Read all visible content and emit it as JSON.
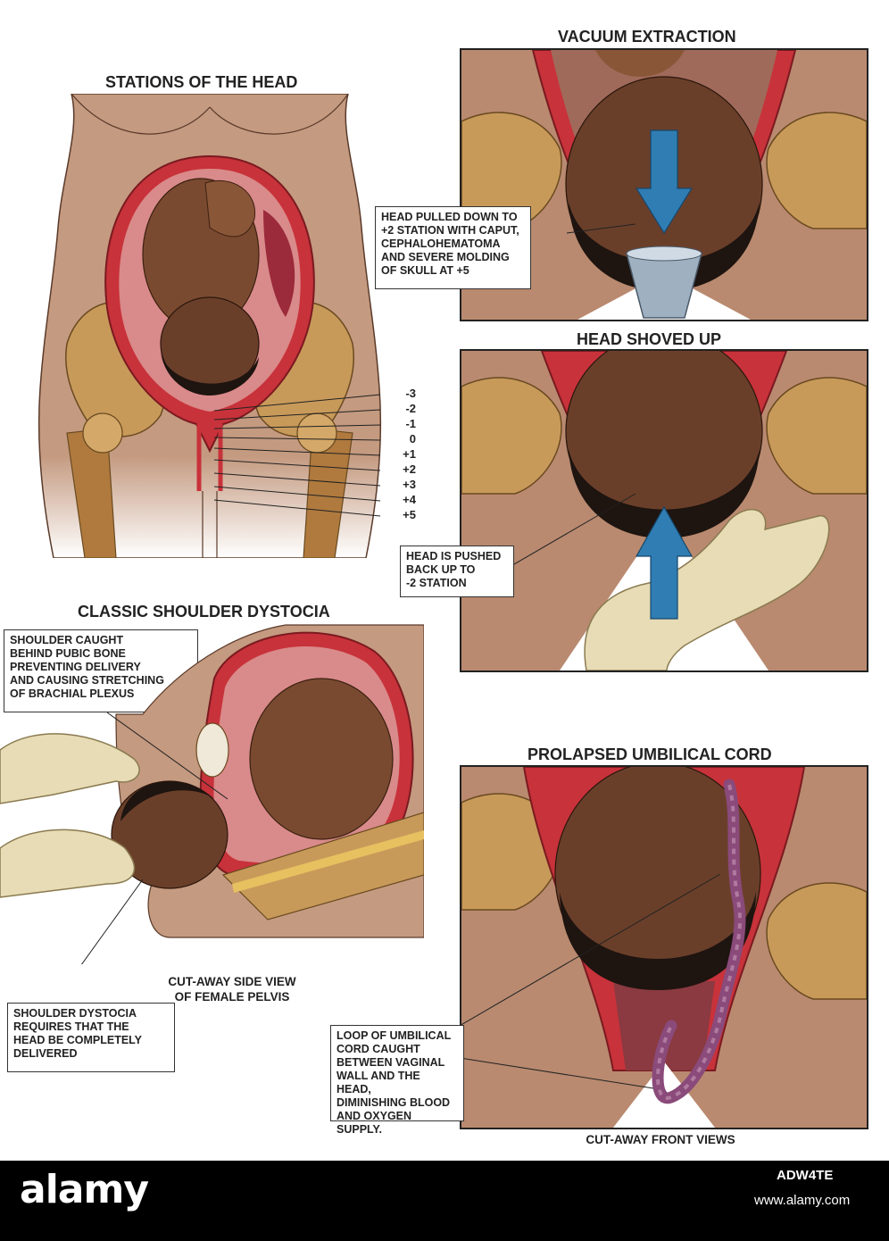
{
  "titles": {
    "stations": "STATIONS OF THE HEAD",
    "vacuum": "VACUUM EXTRACTION",
    "shoved": "HEAD SHOVED UP",
    "dystocia": "CLASSIC SHOULDER DYSTOCIA",
    "prolapsed": "PROLAPSED UMBILICAL CORD"
  },
  "stations": [
    "-3",
    "-2",
    "-1",
    "0",
    "+1",
    "+2",
    "+3",
    "+4",
    "+5"
  ],
  "callouts": {
    "vacuum": "HEAD PULLED DOWN TO\n+2 STATION WITH CAPUT,\nCEPHALOHEMATOMA\nAND SEVERE MOLDING\nOF SKULL AT +5",
    "shoved": "HEAD IS PUSHED\nBACK UP TO\n-2 STATION",
    "shoulder_caught": "SHOULDER CAUGHT\nBEHIND PUBIC BONE\nPREVENTING DELIVERY\nAND CAUSING STRETCHING\nOF BRACHIAL PLEXUS",
    "shoulder_requires": "SHOULDER DYSTOCIA\nREQUIRES THAT THE\nHEAD BE COMPLETELY\nDELIVERED",
    "cord_loop": "LOOP OF UMBILICAL\nCORD CAUGHT\nBETWEEN VAGINAL\nWALL AND THE HEAD,\nDIMINISHING BLOOD\nAND OXYGEN SUPPLY."
  },
  "captions": {
    "side_view": "CUT-AWAY SIDE VIEW\nOF FEMALE PELVIS",
    "front_views": "CUT-AWAY FRONT VIEWS"
  },
  "footer": {
    "logo": "alamy",
    "image_id": "ADW4TE",
    "url": "www.alamy.com"
  },
  "colors": {
    "skin": "#c49a80",
    "uterus": "#c8323a",
    "bone": "#c89a5a",
    "fetus": "#6a3f2a",
    "hair": "#1e1410",
    "arrow": "#2f7db3",
    "glove": "#e7dcb5"
  }
}
